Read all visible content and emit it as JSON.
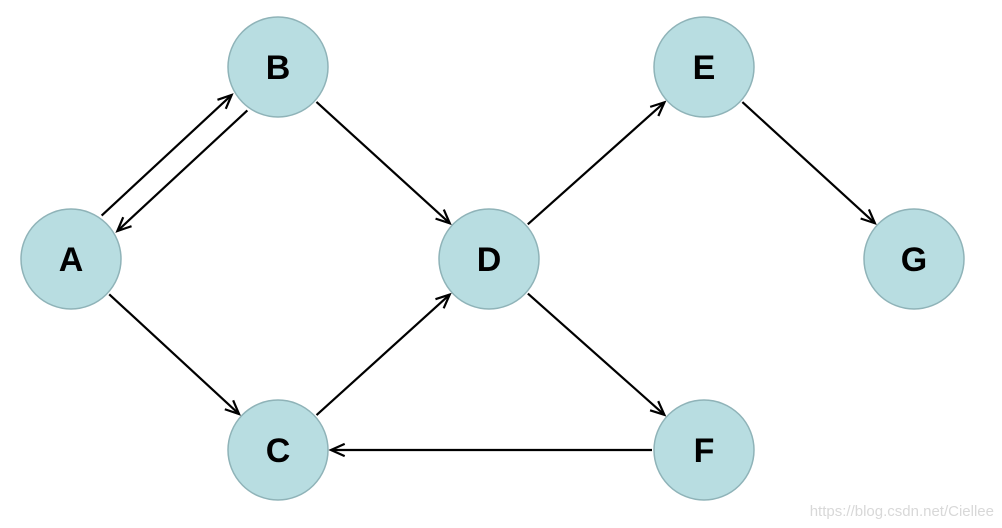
{
  "graph": {
    "nodes": [
      {
        "id": "A",
        "label": "A"
      },
      {
        "id": "B",
        "label": "B"
      },
      {
        "id": "C",
        "label": "C"
      },
      {
        "id": "D",
        "label": "D"
      },
      {
        "id": "E",
        "label": "E"
      },
      {
        "id": "F",
        "label": "F"
      },
      {
        "id": "G",
        "label": "G"
      }
    ],
    "edges": [
      {
        "from": "A",
        "to": "B"
      },
      {
        "from": "B",
        "to": "A"
      },
      {
        "from": "A",
        "to": "C"
      },
      {
        "from": "B",
        "to": "D"
      },
      {
        "from": "C",
        "to": "D"
      },
      {
        "from": "D",
        "to": "E"
      },
      {
        "from": "D",
        "to": "F"
      },
      {
        "from": "E",
        "to": "G"
      },
      {
        "from": "F",
        "to": "C"
      }
    ],
    "colors": {
      "node_fill": "#b8dde1",
      "node_stroke": "#8fb3b8",
      "edge": "#000000"
    }
  },
  "watermark": "https://blog.csdn.net/Ciellee"
}
